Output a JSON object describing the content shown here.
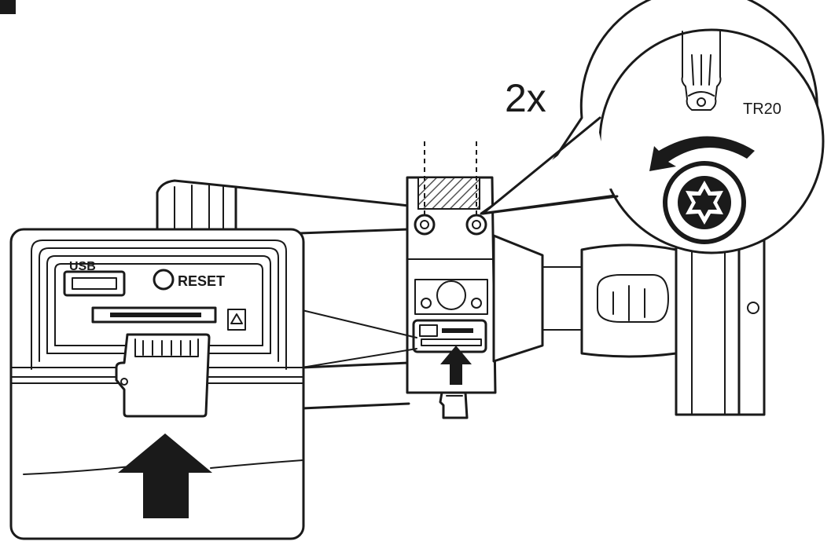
{
  "callout": {
    "repeat_label": "2x",
    "tool_label": "TR20"
  },
  "inset": {
    "usb_label": "USB",
    "reset_label": "RESET"
  },
  "icons": {
    "corner_marker": "black-square-marker",
    "tool": "torx-screwdriver-icon",
    "rotation": "counterclockwise-arrow-icon",
    "screw": "torx-screw-head-icon",
    "insert": "up-arrow-icon",
    "card": "microsd-card-icon"
  },
  "colors": {
    "line": "#1a1a1a",
    "background": "#ffffff",
    "hatch": "#555555"
  }
}
